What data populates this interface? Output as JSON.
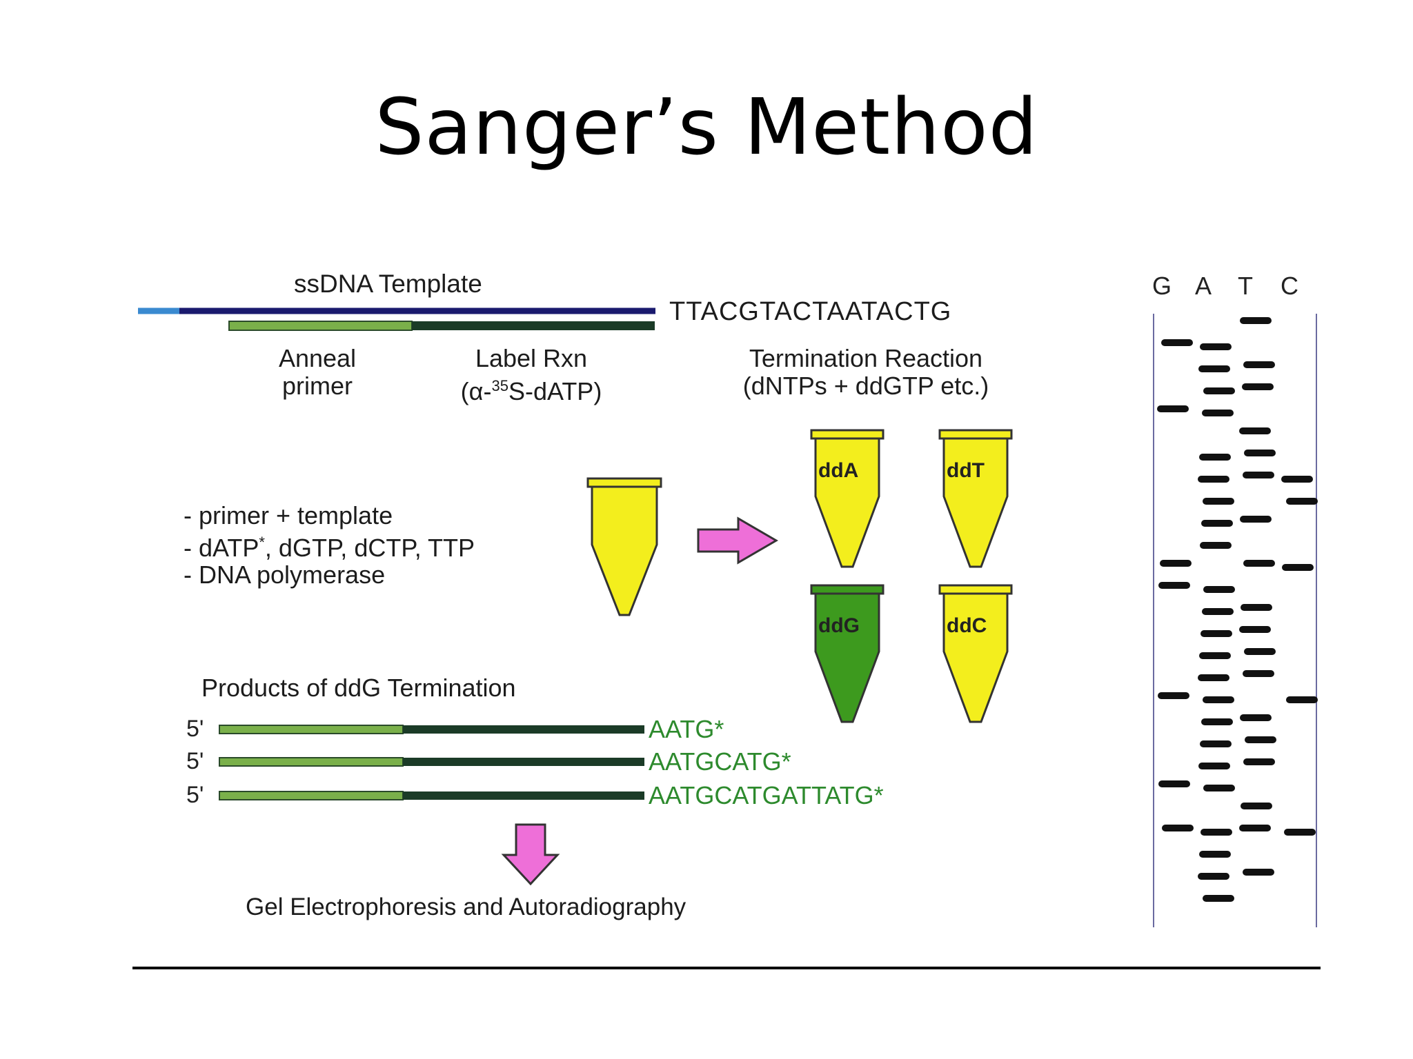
{
  "slide": {
    "title": "Sanger’s Method"
  },
  "template": {
    "label": "ssDNA Template",
    "sequence": "TTACGTACTAATACTG"
  },
  "steps": {
    "anneal_line1": "Anneal",
    "anneal_line2": "primer",
    "label_line1": "Label Rxn",
    "label_line2_prefix": "(α-",
    "label_line2_sup": "35",
    "label_line2_suffix": "S-dATP)",
    "termination_line1": "Termination Reaction",
    "termination_line2": "(dNTPs + ddGTP etc.)"
  },
  "mix": {
    "item1": "- primer + template",
    "item2_prefix": "- dATP",
    "item2_star": "*",
    "item2_suffix": ", dGTP, dCTP, TTP",
    "item3": "- DNA polymerase"
  },
  "tubes": {
    "ddA": "ddA",
    "ddT": "ddT",
    "ddG": "ddG",
    "ddC": "ddC"
  },
  "products": {
    "heading": "Products of ddG Termination",
    "five_prime": "5'",
    "seq1": "AATG*",
    "seq2": "AATGCATG*",
    "seq3": "AATGCATGATTATG*"
  },
  "final_step": "Gel Electrophoresis and Autoradiography",
  "gel": {
    "lanes": [
      "G",
      "A",
      "T",
      "C"
    ]
  },
  "colors": {
    "tube_yellow": "#f3ee1d",
    "tube_green": "#3d9a1e",
    "arrow_pink": "#ee6fd8",
    "primer_green": "#7ab04a",
    "strand_dark": "#1b3b27",
    "template_blue": "#1a1a6e"
  }
}
